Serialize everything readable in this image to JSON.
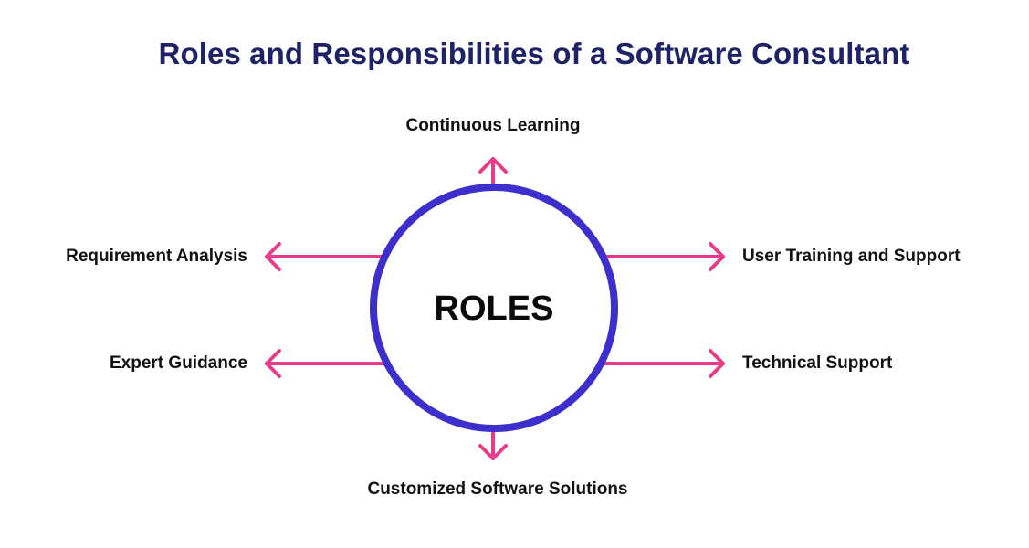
{
  "title": "Roles and Responsibilities of a Software Consultant",
  "center": {
    "label": "ROLES"
  },
  "roles": {
    "top": "Continuous Learning",
    "bottom": "Customized Software Solutions",
    "left_upper": "Requirement Analysis",
    "left_lower": "Expert Guidance",
    "right_upper": "User Training and Support",
    "right_lower": "Technical Support"
  },
  "colors": {
    "title": "#1e2266",
    "circle_stroke": "#3d2fcc",
    "arrow": "#e63c8a",
    "label_text": "#111111"
  },
  "icons": {
    "arrow_up": "arrow-up-icon",
    "arrow_down": "arrow-down-icon",
    "arrow_left": "arrow-left-icon",
    "arrow_right": "arrow-right-icon"
  }
}
